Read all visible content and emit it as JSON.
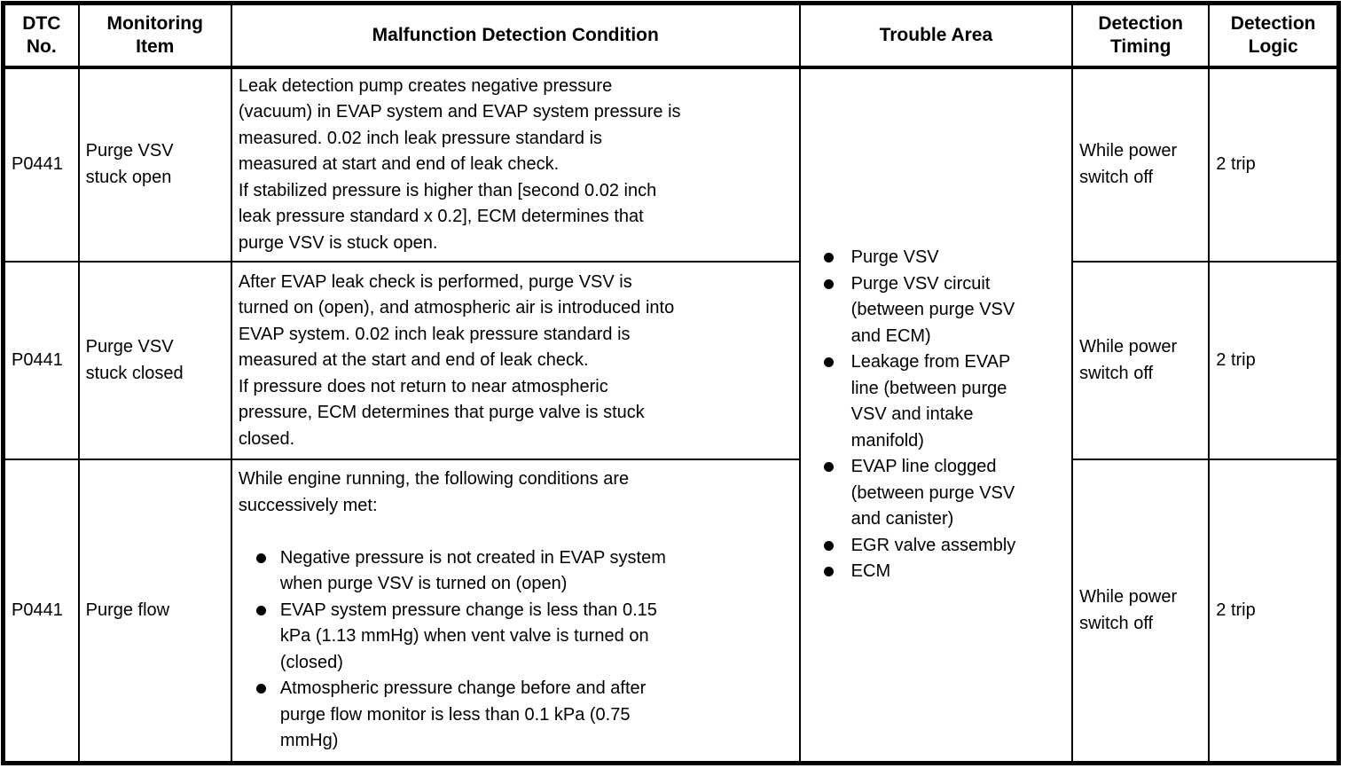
{
  "document": {
    "type": "diagnostic-trouble-code-table",
    "colors": {
      "border": "#000000",
      "text": "#000000",
      "background": "#ffffff"
    }
  },
  "header": {
    "dtc_no": "DTC\nNo.",
    "monitoring_item": "Monitoring\nItem",
    "malfunction_detection_condition": "Malfunction Detection Condition",
    "trouble_area": "Trouble Area",
    "detection_timing": "Detection\nTiming",
    "detection_logic": "Detection\nLogic"
  },
  "rows": [
    {
      "dtc_no": "P0441",
      "monitoring_item": "Purge VSV\nstuck open",
      "condition": "Leak detection pump creates negative pressure\n(vacuum) in EVAP system and EVAP system pressure is\nmeasured. 0.02 inch leak pressure standard is\nmeasured at start and end of leak check.\nIf stabilized pressure is higher than [second 0.02 inch\nleak pressure standard x 0.2], ECM determines that\npurge VSV is stuck open.",
      "detection_timing": "While power\nswitch off",
      "detection_logic": "2 trip"
    },
    {
      "dtc_no": "P0441",
      "monitoring_item": "Purge VSV\nstuck closed",
      "condition": "After EVAP leak check is performed, purge VSV is\nturned on (open), and atmospheric air is introduced into\nEVAP system. 0.02 inch leak pressure standard is\nmeasured at the start and end of leak check.\nIf pressure does not return to near atmospheric\npressure, ECM determines that purge valve is stuck\nclosed.",
      "detection_timing": "While power\nswitch off",
      "detection_logic": "2 trip"
    },
    {
      "dtc_no": "P0441",
      "monitoring_item": "Purge flow",
      "condition_intro": "While engine running, the following conditions are\nsuccessively met:",
      "condition_bullets": [
        "Negative pressure is not created in EVAP system\nwhen purge VSV is turned on (open)",
        "EVAP system pressure change is less than 0.15\nkPa (1.13 mmHg) when vent valve is turned on\n(closed)",
        "Atmospheric pressure change before and after\npurge flow monitor is less than 0.1 kPa (0.75\nmmHg)"
      ],
      "detection_timing": "While power\nswitch off",
      "detection_logic": "2 trip"
    }
  ],
  "trouble_area": {
    "items": [
      "Purge VSV",
      "Purge VSV circuit\n(between purge VSV\nand ECM)",
      "Leakage from EVAP\nline (between purge\nVSV and intake\nmanifold)",
      "EVAP line clogged\n(between purge VSV\nand canister)",
      "EGR valve assembly",
      "ECM"
    ]
  }
}
